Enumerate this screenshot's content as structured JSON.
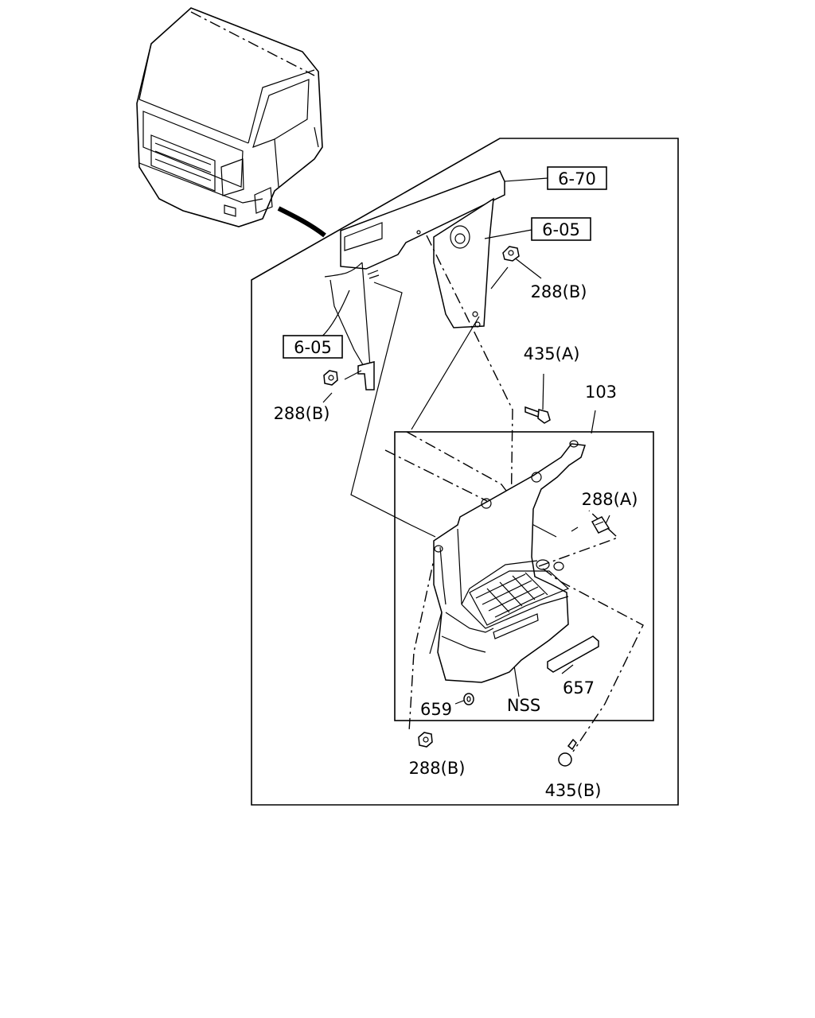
{
  "labels": {
    "ref_6_70": "6-70",
    "ref_6_05_top": "6-05",
    "ref_6_05_left": "6-05",
    "p288b_top": "288(B)",
    "p288b_left": "288(B)",
    "p288b_bottom": "288(B)",
    "p288a": "288(A)",
    "p435a": "435(A)",
    "p435b": "435(B)",
    "p103": "103",
    "p657": "657",
    "p659": "659",
    "nss": "NSS"
  }
}
